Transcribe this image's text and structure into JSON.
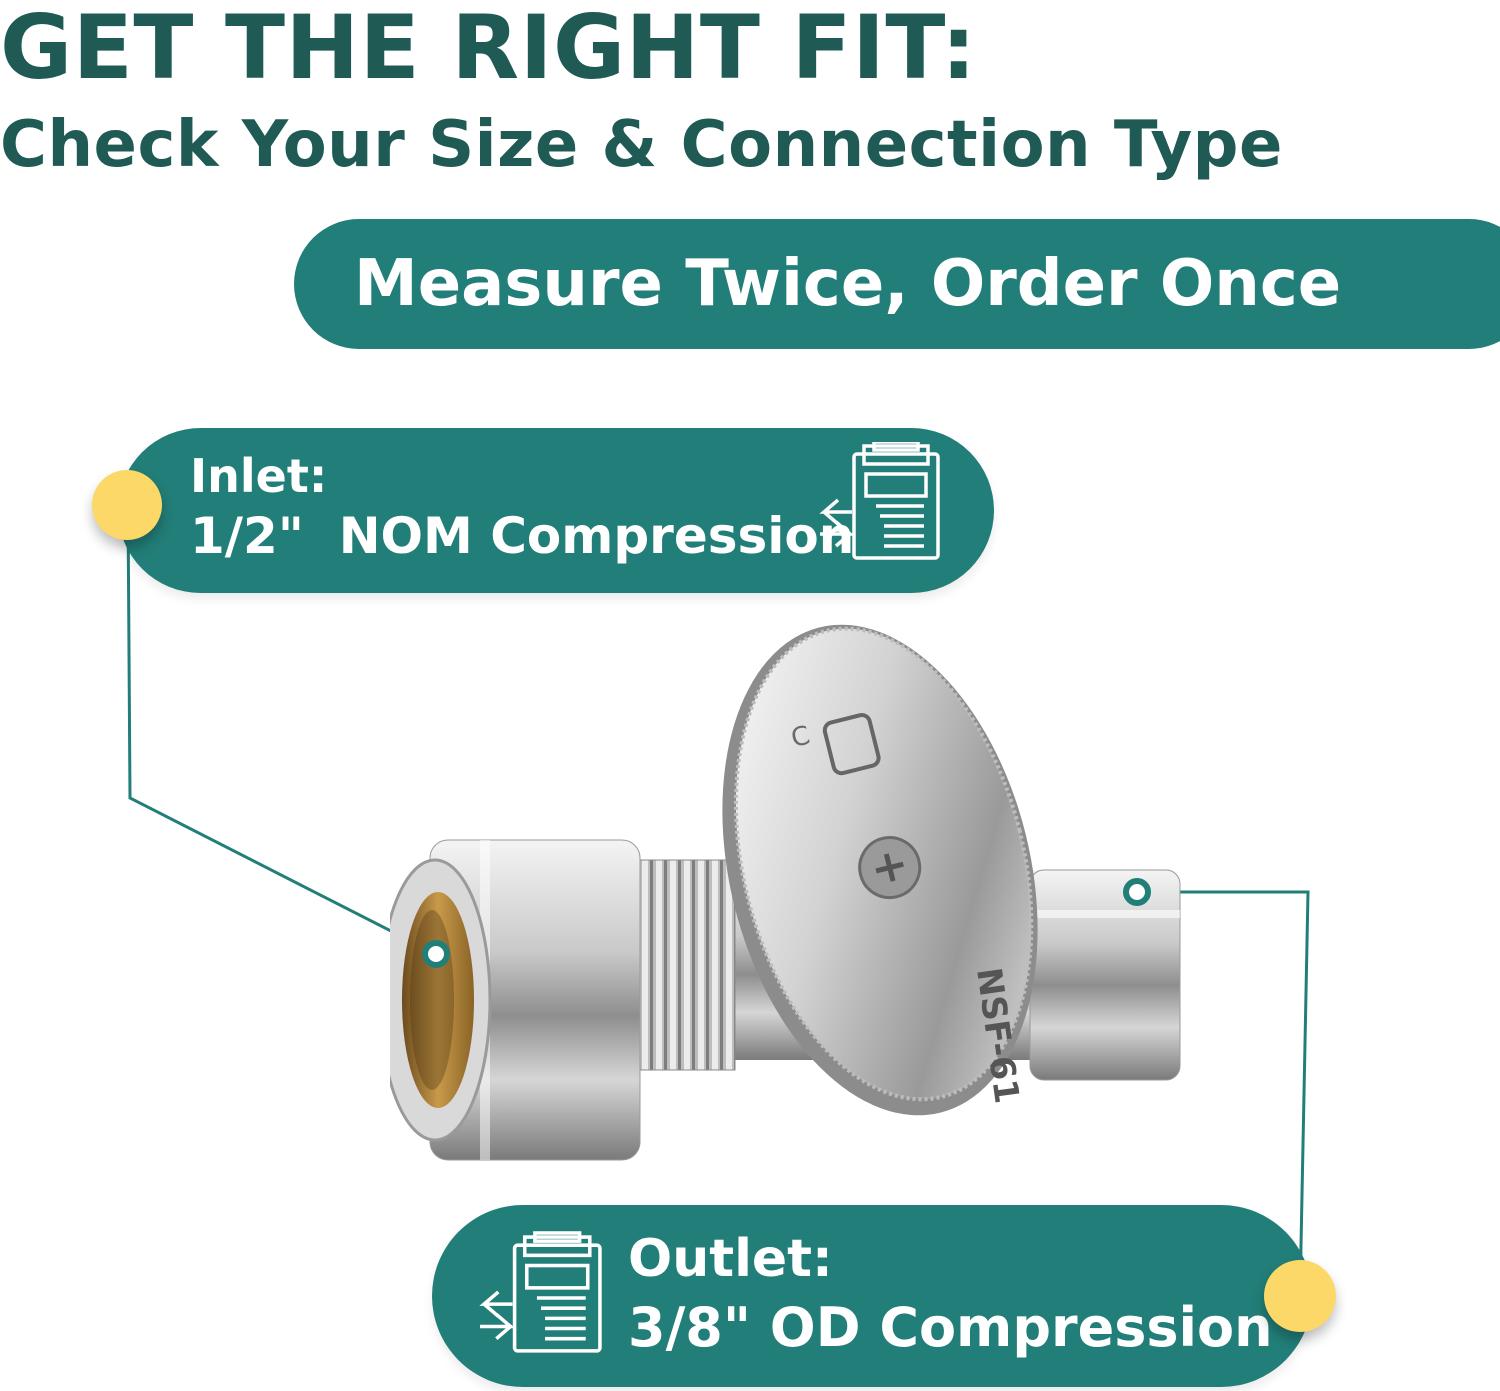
{
  "header": {
    "title": "GET THE RIGHT FIT:",
    "subtitle": "Check Your Size & Connection Type"
  },
  "banner": {
    "text": "Measure Twice, Order Once"
  },
  "inlet": {
    "title": "Inlet:",
    "value": "1/2\"  NOM Compression"
  },
  "outlet": {
    "title": "Outlet:",
    "value": "3/8\" OD Compression"
  },
  "product": {
    "handle_markings": [
      "C",
      "NSF-61"
    ]
  },
  "icons": {
    "inlet_icon": "clipboard-exchange-icon",
    "outlet_icon": "clipboard-exchange-icon"
  },
  "colors": {
    "heading": "#1f5a54",
    "accent_teal": "#227e78",
    "marker_yellow": "#fbd867",
    "text_on_accent": "#ffffff"
  }
}
